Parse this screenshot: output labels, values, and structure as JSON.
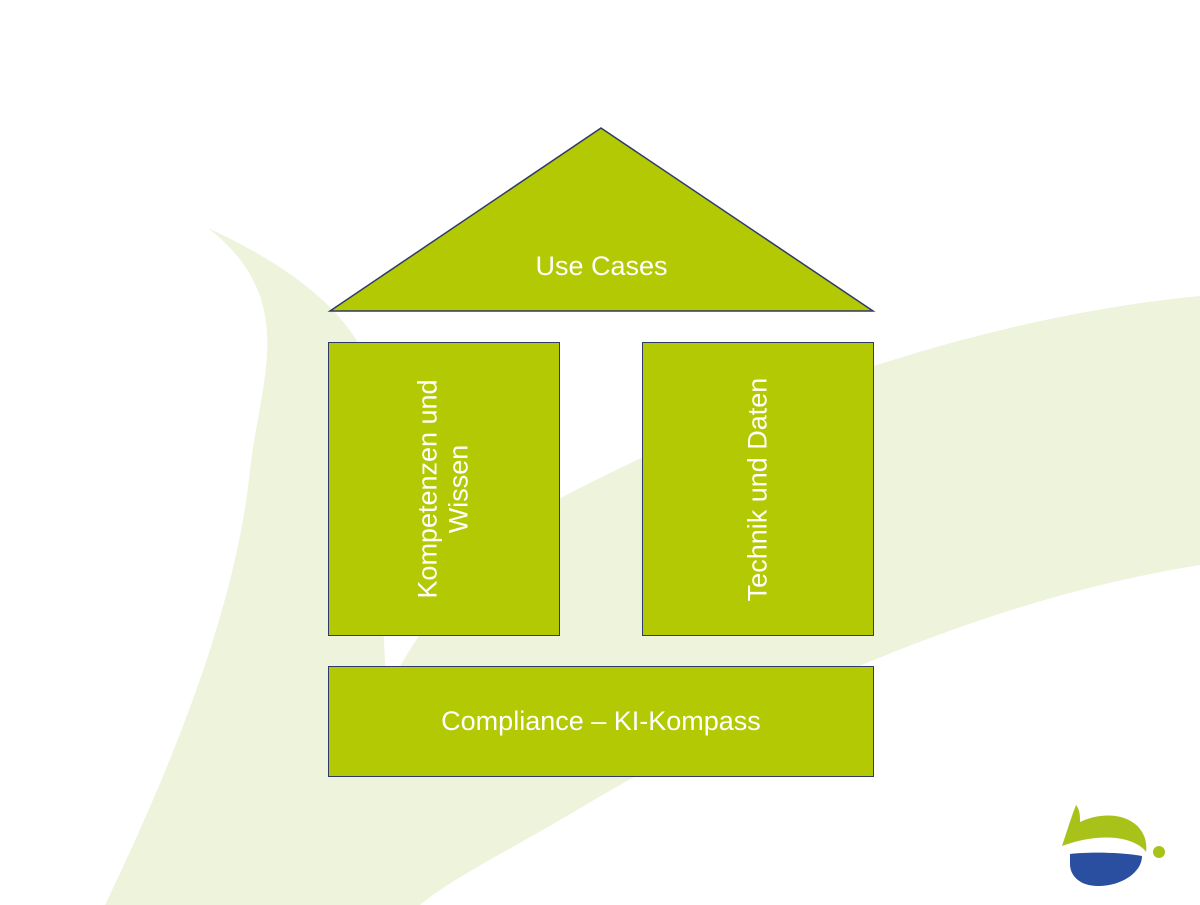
{
  "diagram": {
    "roof": {
      "label": "Use Cases"
    },
    "pillars": [
      {
        "line1": "Kompetenzen und",
        "line2": "Wissen"
      },
      {
        "line1": "Technik und Daten",
        "line2": ""
      }
    ],
    "foundation": {
      "label": "Compliance – KI-Kompass"
    }
  },
  "colors": {
    "block_fill": "#b2c904",
    "block_border": "#2f3a68",
    "background_swoosh": "#eef3dc",
    "logo_green": "#a8c21a",
    "logo_blue": "#2a4fa0"
  },
  "logo": {
    "name": "organization-logo"
  }
}
